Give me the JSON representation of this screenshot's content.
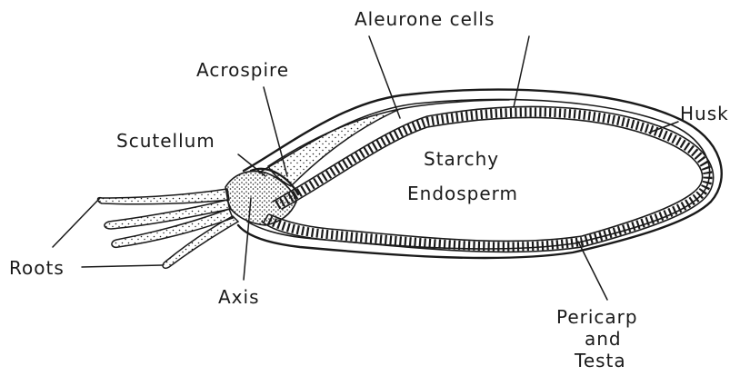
{
  "labels": {
    "aleurone": "Aleurone cells",
    "acrospire": "Acrospire",
    "husk": "Husk",
    "scutellum": "Scutellum",
    "endosperm_line1": "Starchy",
    "endosperm_line2": "Endosperm",
    "roots": "Roots",
    "axis": "Axis",
    "pericarp_line1": "Pericarp",
    "pericarp_line2": "and",
    "pericarp_line3": "Testa"
  }
}
